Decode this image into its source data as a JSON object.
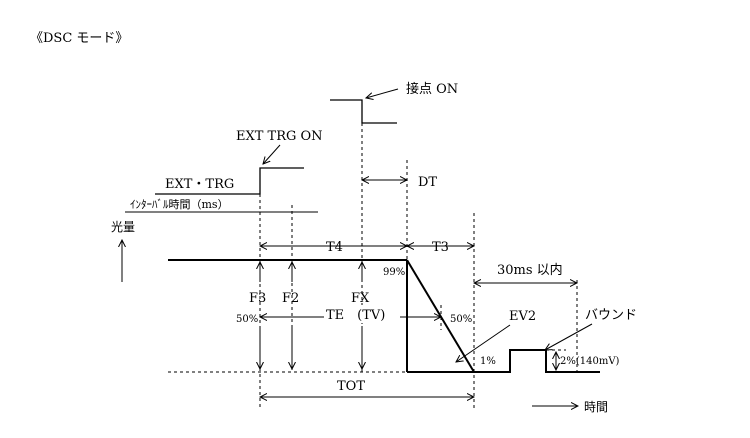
{
  "title": "《DSC モード》",
  "labels": {
    "contact_on": "接点 ON",
    "ext_trg_on": "EXT TRG ON",
    "ext_trg": "EXT・TRG",
    "interval": "ｲﾝﾀｰﾊﾞﾙ時間（ms）",
    "dt": "DT",
    "light": "光量",
    "t4": "T4",
    "t3": "T3",
    "pct99": "99%",
    "within30": "30ms 以内",
    "f3": "F3",
    "f2": "F2",
    "fx": "FX",
    "bound": "バウンド",
    "pct50_left": "50%",
    "te_tv": "TE　(TV)",
    "pct50_right": "50%",
    "ev2": "EV2",
    "pct1": "1%",
    "pct2": "2%(140mV)",
    "tot": "TOT",
    "time": "時間"
  }
}
